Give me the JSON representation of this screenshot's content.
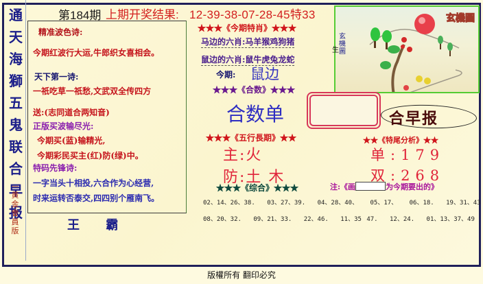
{
  "vertical_title": [
    "通",
    "天",
    "海",
    "獅",
    "五",
    "鬼",
    "联",
    "合",
    "早",
    "报"
  ],
  "vertical_subtitle": "—黄金會員版",
  "header": {
    "issue": "第184期",
    "last_result_label": "上期开奖结果:",
    "last_result_value": "12-39-38-07-28-45特33"
  },
  "poems": {
    "wave_title": "精准波色诗:",
    "wave_line": "今期红波行大运,牛郎织女喜相会。",
    "first_title": "天下第一诗:",
    "first_line1": "一祇吃草一祇愁,文武双全传四方",
    "first_line2": "送:(志同道合两知音)",
    "wave_trap_title": "正版买波输尽光:",
    "wave_trap_line1": "今期买(蓝)输精光,",
    "wave_trap_line2": "今期彩民买主(红)防(绿)中。",
    "pioneer_title": "特码先锋诗:",
    "pioneer_line1": "一字当头十相投,六合作为心经营,",
    "pioneer_line2": "时来运转否泰交,四四别个雁南飞。",
    "bottom_word": "王 霸"
  },
  "special_zodiac": {
    "title": "★★★《今期特肖》★★★",
    "horse_side": "马边的六肖:马羊猴鸡狗猪",
    "rat_side": "鼠边的六肖:鼠牛虎兔龙蛇",
    "today_label": "今期:",
    "today_value": "鼠边"
  },
  "sum_number": {
    "title": "★★★《合数》★★★",
    "value": "合数单"
  },
  "five_elements": {
    "title": "★★★《五行長期》★★",
    "main": "主:火",
    "guard": "防:土 木"
  },
  "tail_analysis": {
    "title": "★★《特尾分析》★★",
    "odd": "单:179",
    "even": "双:268"
  },
  "composite": {
    "title": "★★★《综合》★★★",
    "note_prefix": "注:《画",
    "note_suffix": "为今期要出的》",
    "row1": [
      "02、14、26、38.",
      "03、27、39.",
      "04、28、40、",
      "05、17、",
      "06、18.",
      "19、31、43"
    ],
    "row2": [
      "08、20、32.",
      "09、21、33.",
      "22、46.",
      "11、35 47.",
      "12、24.",
      "01、13、37、49"
    ]
  },
  "image_panel": {
    "title": "玄機圖",
    "side_label": "玄機圖",
    "side_char": "生"
  },
  "brand": "合早报",
  "footer": "版權所有 翻印必究",
  "colors": {
    "frame": "#1f1f5a",
    "background": "#fdf8d8",
    "accent_red": "#d31f1f",
    "accent_blue": "#2d2dc2",
    "accent_green": "#55cc33",
    "accent_pink": "#d7375a"
  }
}
